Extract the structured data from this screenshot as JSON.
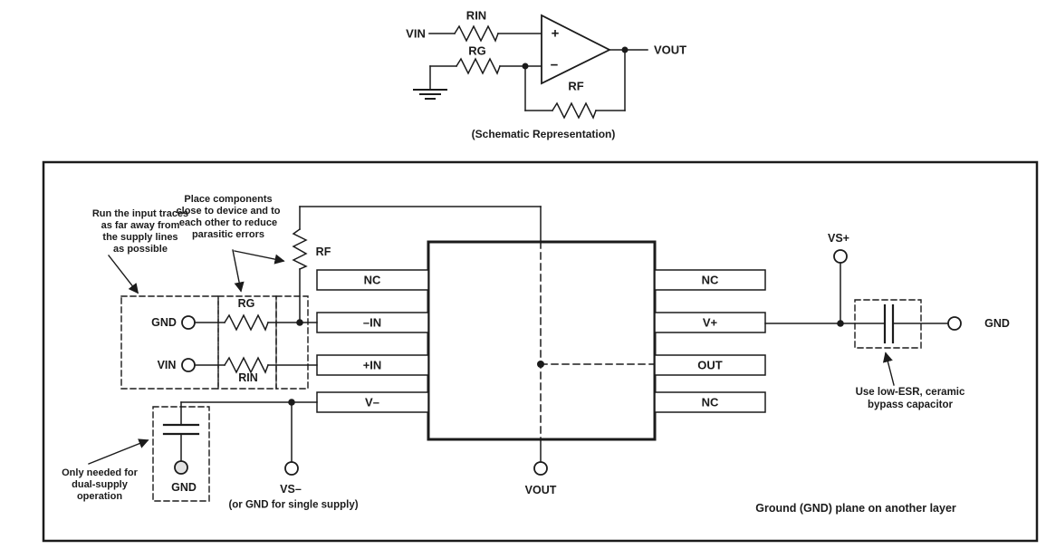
{
  "colors": {
    "ink": "#1b1b1b",
    "background": "#ffffff"
  },
  "schematic": {
    "vin": "VIN",
    "rin": "RIN",
    "rg": "RG",
    "rf": "RF",
    "vout": "VOUT",
    "plus": "+",
    "minus": "−",
    "caption": "(Schematic Representation)"
  },
  "layout": {
    "notes": {
      "input_traces": "Run the input traces\nas far away from\nthe supply lines\nas possible",
      "place_components": "Place components\nclose to device and to\neach other to reduce\nparasitic errors",
      "dual_supply": "Only needed for\ndual-supply\noperation",
      "bypass": "Use low-ESR, ceramic\nbypass capacitor",
      "single_supply": "(or GND for single supply)",
      "ground_plane": "Ground (GND) plane on another layer"
    },
    "components": {
      "rg": "RG",
      "rin": "RIN",
      "rf": "RF"
    },
    "terminals": {
      "gnd_in": "GND",
      "vin_in": "VIN",
      "gnd_dual": "GND",
      "vs_minus": "VS–",
      "vout": "VOUT",
      "vs_plus": "VS+",
      "gnd_right": "GND"
    },
    "ic": {
      "left_pins": [
        "NC",
        "–IN",
        "+IN",
        "V–"
      ],
      "right_pins": [
        "NC",
        "V+",
        "OUT",
        "NC"
      ]
    }
  }
}
